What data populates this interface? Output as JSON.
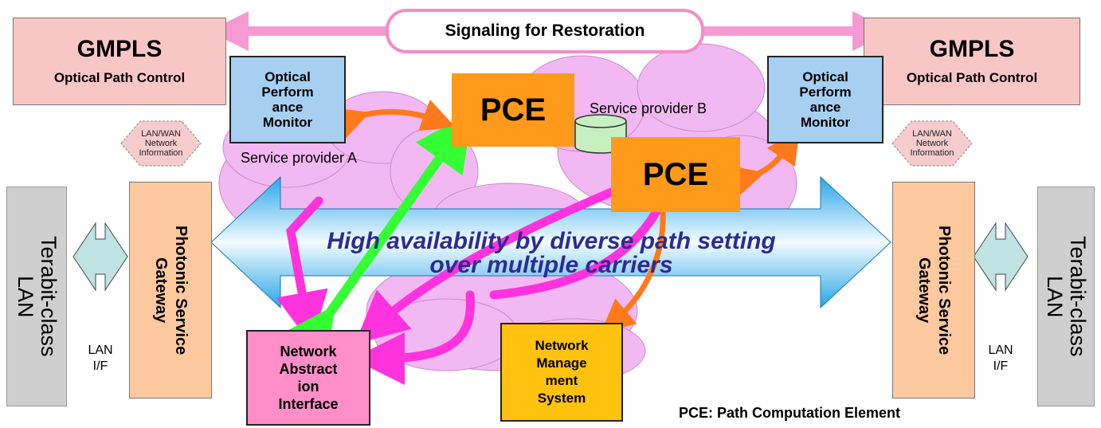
{
  "signaling_label": "Signaling for Restoration",
  "gmpls_left": {
    "title": "GMPLS",
    "subtitle": "Optical Path Control"
  },
  "gmpls_right": {
    "title": "GMPLS",
    "subtitle": "Optical Path Control"
  },
  "opm_left": {
    "label": "Optical\nPerform\nance\nMonitor"
  },
  "opm_right": {
    "label": "Optical\nPerform\nance\nMonitor"
  },
  "pce_a": {
    "label": "PCE"
  },
  "pce_b": {
    "label": "PCE"
  },
  "service_provider_a": "Service provider A",
  "service_provider_b": "Service provider B",
  "lan_wan_left": "LAN/WAN\nNetwork\nInformation",
  "lan_wan_right": "LAN/WAN\nNetwork\nInformation",
  "lan_left": "Terabit-class\nLAN",
  "lan_right": "Terabit-class\nLAN",
  "lan_if_left": "LAN\nI/F",
  "lan_if_right": "LAN\nI/F",
  "gateway_left": "Photonic Service\nGateway",
  "gateway_right": "Photonic Service\nGateway",
  "main_message": "High availability by diverse path setting\nover multiple carriers",
  "nai": {
    "label": "Network\nAbstract\nion\nInterface"
  },
  "nms": {
    "label": "Network\nManage\nment\nSystem"
  },
  "legend": "PCE: Path Computation Element",
  "colors": {
    "cloud": "#f2b8f2",
    "pink_arrow": "#f59ad2",
    "magenta_arrow": "#ff33dd",
    "green_arrow": "#33ff33",
    "orange_arrow": "#ff7a1a",
    "big_arrow": "#4fb8f0"
  }
}
